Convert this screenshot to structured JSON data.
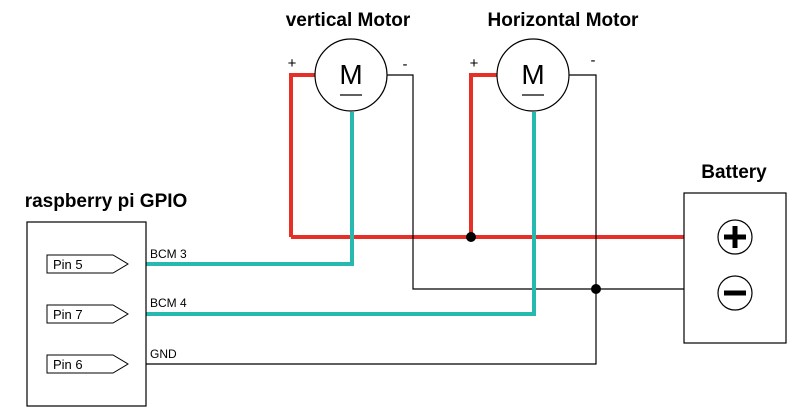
{
  "motors": [
    {
      "title": "vertical Motor",
      "symbol": "M",
      "plus": "+",
      "minus": "-"
    },
    {
      "title": "Horizontal Motor",
      "symbol": "M",
      "plus": "+",
      "minus": "-"
    }
  ],
  "battery": {
    "title": "Battery"
  },
  "gpio": {
    "title": "raspberry pi GPIO",
    "pins": [
      {
        "label": "Pin 5",
        "signal": "BCM 3"
      },
      {
        "label": "Pin 7",
        "signal": "BCM 4"
      },
      {
        "label": "Pin 6",
        "signal": "GND"
      }
    ]
  },
  "colors": {
    "power_wire": "#e63027",
    "signal_wire": "#27b8b0",
    "ground_wire": "#000000"
  }
}
